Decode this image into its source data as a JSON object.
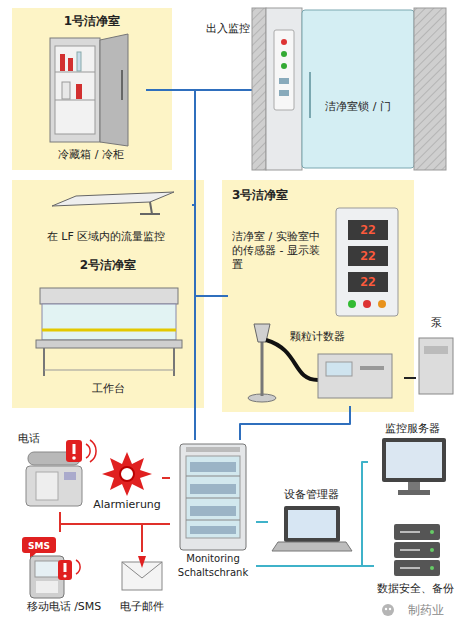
{
  "diagram": {
    "nodes": [
      {
        "text": [
          "1号洁净室"
        ]
      },
      {
        "text": [
          "冷藏箱 / 冷柜"
        ],
        "in": 0
      },
      {
        "text": [
          "出入监控",
          "洁净室锁 / 门"
        ]
      },
      {
        "text": [
          "2号洁净室"
        ]
      },
      {
        "text": [
          "在 LF 区域内的流量监控"
        ],
        "in": 3
      },
      {
        "text": [
          "工作台"
        ],
        "in": 3
      },
      {
        "text": [
          "3号洁净室"
        ]
      },
      {
        "text": [
          "洁净室 / 实验室中的传感器 - 显示装置"
        ],
        "in": 6
      },
      {
        "text": [
          "颗粒计数器"
        ],
        "in": 6
      },
      {
        "text": [
          "泵"
        ]
      },
      {
        "text": [
          "Monitoring Schaltschrank"
        ]
      },
      {
        "text": [
          "Alarmierung"
        ]
      },
      {
        "text": [
          "电话"
        ]
      },
      {
        "text": [
          "移动电话 /SMS"
        ]
      },
      {
        "text": [
          "电子邮件"
        ]
      },
      {
        "text": [
          "设备管理器"
        ]
      },
      {
        "text": [
          "监控服务器"
        ]
      },
      {
        "text": [
          "数据安全、备份"
        ]
      }
    ],
    "edges": [
      {
        "from": 10,
        "to": 1,
        "arrow": "none"
      },
      {
        "from": 10,
        "to": 2,
        "arrow": "none"
      },
      {
        "from": 10,
        "to": 4,
        "arrow": "none"
      },
      {
        "from": 10,
        "to": 7,
        "arrow": "none"
      },
      {
        "from": 10,
        "to": 8,
        "arrow": "none"
      },
      {
        "from": 8,
        "to": 9,
        "arrow": "none"
      },
      {
        "from": 10,
        "to": 11,
        "arrow": "none"
      },
      {
        "from": 10,
        "to": 14,
        "arrow": "none"
      },
      {
        "from": 10,
        "to": 13,
        "arrow": "none"
      },
      {
        "from": 10,
        "to": 12,
        "arrow": "none"
      },
      {
        "from": 10,
        "to": 15,
        "arrow": "none"
      },
      {
        "from": 10,
        "to": 16,
        "arrow": "none"
      },
      {
        "from": 10,
        "to": 17,
        "arrow": "none"
      }
    ],
    "labels": [
      "22",
      "22",
      "22",
      "SMS",
      "制药业"
    ]
  }
}
